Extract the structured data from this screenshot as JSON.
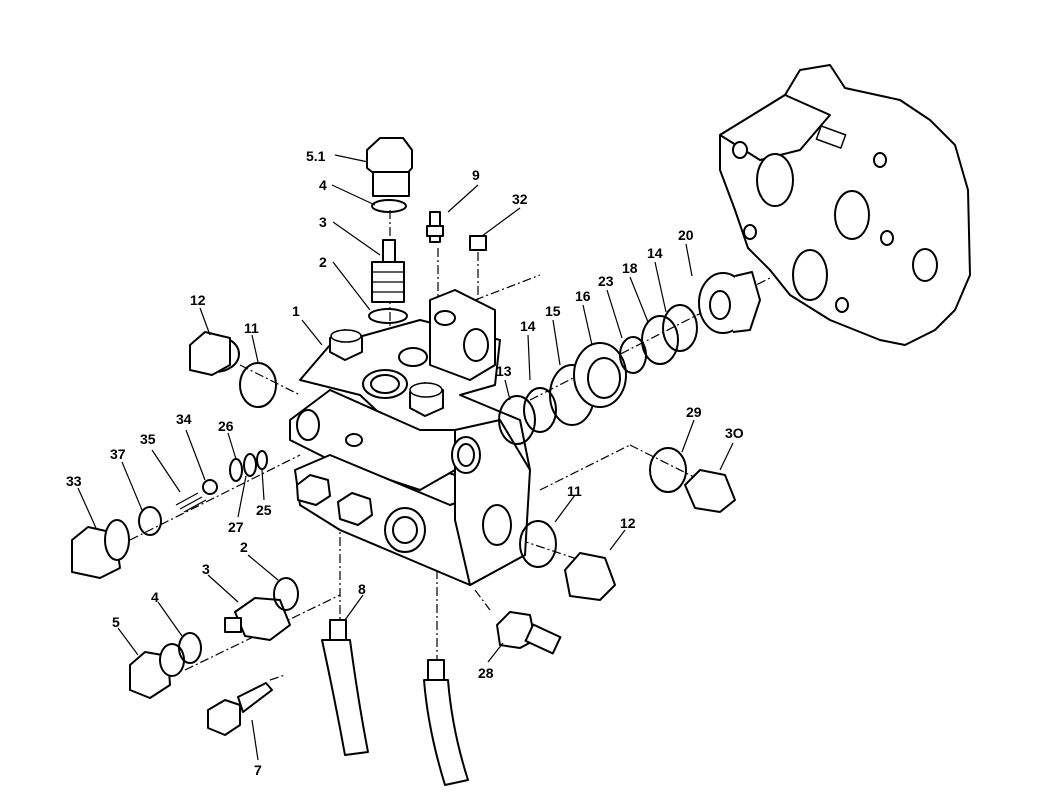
{
  "diagram": {
    "callouts": [
      {
        "id": "c-5-1",
        "text": "5.1"
      },
      {
        "id": "c-4-top",
        "text": "4"
      },
      {
        "id": "c-3-top",
        "text": "3"
      },
      {
        "id": "c-2-top",
        "text": "2"
      },
      {
        "id": "c-9",
        "text": "9"
      },
      {
        "id": "c-32",
        "text": "32"
      },
      {
        "id": "c-1",
        "text": "1"
      },
      {
        "id": "c-12-left",
        "text": "12"
      },
      {
        "id": "c-11-left",
        "text": "11"
      },
      {
        "id": "c-20",
        "text": "20"
      },
      {
        "id": "c-14-right",
        "text": "14"
      },
      {
        "id": "c-18",
        "text": "18"
      },
      {
        "id": "c-23",
        "text": "23"
      },
      {
        "id": "c-16",
        "text": "16"
      },
      {
        "id": "c-15",
        "text": "15"
      },
      {
        "id": "c-14-left",
        "text": "14"
      },
      {
        "id": "c-13",
        "text": "13"
      },
      {
        "id": "c-34",
        "text": "34"
      },
      {
        "id": "c-35",
        "text": "35"
      },
      {
        "id": "c-37",
        "text": "37"
      },
      {
        "id": "c-33",
        "text": "33"
      },
      {
        "id": "c-26",
        "text": "26"
      },
      {
        "id": "c-27",
        "text": "27"
      },
      {
        "id": "c-25",
        "text": "25"
      },
      {
        "id": "c-29",
        "text": "29"
      },
      {
        "id": "c-30",
        "text": "3O"
      },
      {
        "id": "c-11-right",
        "text": "11"
      },
      {
        "id": "c-12-right",
        "text": "12"
      },
      {
        "id": "c-2-bottom",
        "text": "2"
      },
      {
        "id": "c-3-bottom",
        "text": "3"
      },
      {
        "id": "c-4-bottom",
        "text": "4"
      },
      {
        "id": "c-5",
        "text": "5"
      },
      {
        "id": "c-8",
        "text": "8"
      },
      {
        "id": "c-28",
        "text": "28"
      },
      {
        "id": "c-7",
        "text": "7"
      }
    ]
  }
}
